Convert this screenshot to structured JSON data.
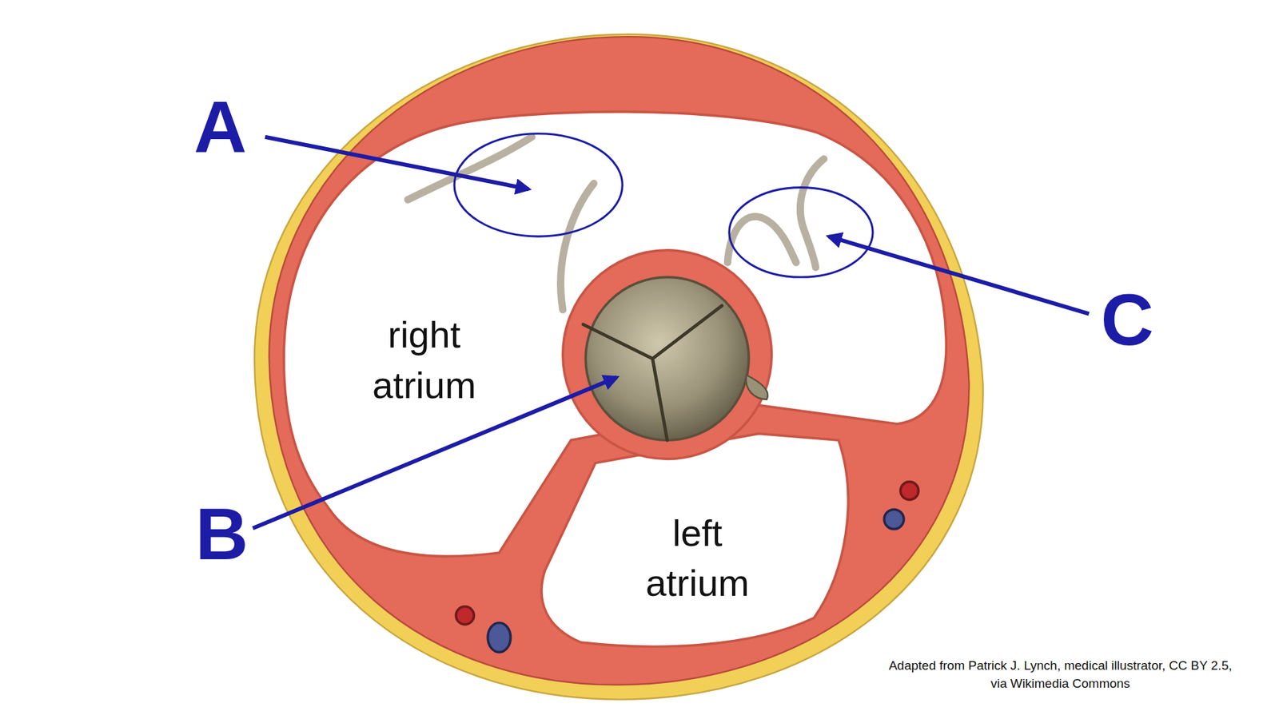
{
  "diagram": {
    "labels": [
      "A",
      "B",
      "C",
      "right atrium",
      "left atrium",
      "Adapted from Patrick J. Lynch, medical illustrator, CC BY 2.5, via Wikimedia Commons"
    ]
  }
}
